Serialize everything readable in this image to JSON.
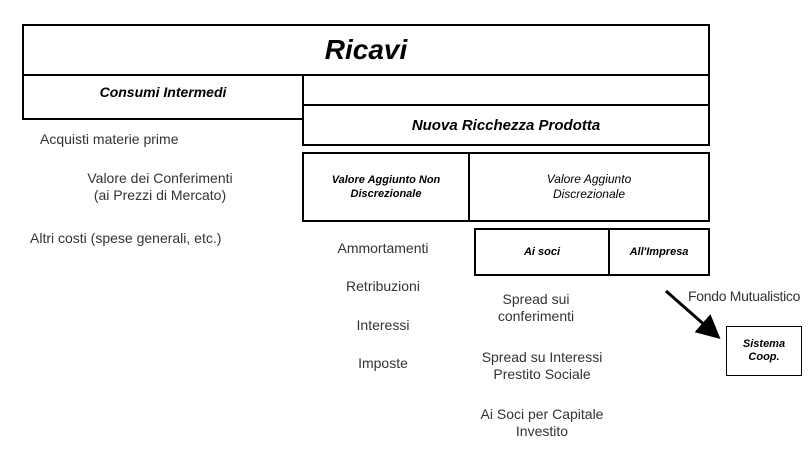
{
  "ricavi": "Ricavi",
  "consumi_intermedi": "Consumi Intermedi",
  "consumi_items": [
    "Acquisti materie prime",
    "Valore dei Conferimenti",
    "(ai Prezzi di Mercato)",
    "Altri costi (spese generali, etc.)"
  ],
  "nuova_ricchezza": "Nuova Ricchezza Prodotta",
  "valore_non_discrezionale": [
    "Valore Aggiunto Non",
    "Discrezionale"
  ],
  "valore_discrezionale": [
    "Valore Aggiunto",
    "Discrezionale"
  ],
  "non_discrezionale_items": [
    "Ammortamenti",
    "Retribuzioni",
    "Interessi",
    "Imposte"
  ],
  "ai_soci": "Ai soci",
  "all_impresa": "All'Impresa",
  "soci_items": [
    [
      "Spread sui",
      "conferimenti"
    ],
    [
      "Spread su Interessi",
      "Prestito Sociale"
    ],
    [
      "Ai Soci per Capitale",
      "Investito"
    ]
  ],
  "fondo_mutualistico": "Fondo Mutualistico",
  "sistema_coop": [
    "Sistema",
    "Coop."
  ]
}
